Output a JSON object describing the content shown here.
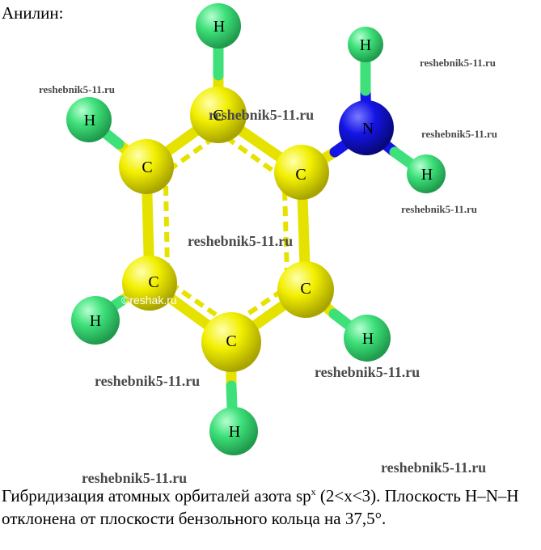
{
  "title": "Анилин:",
  "atoms": {
    "carbon_label": "C",
    "hydrogen_label": "H",
    "nitrogen_label": "N"
  },
  "colors": {
    "carbon": "#f2ef00",
    "hydrogen": "#3ee07a",
    "nitrogen": "#1414e6"
  },
  "watermarks": {
    "site": "reshebnik5-11.ru",
    "copyright": "©reshak.ru"
  },
  "caption": {
    "before_sup": "Гибридизация атомных орбиталей азота sp",
    "sup": "x",
    "after_sup": " (2<x<3). Плоскость H–N–H отклонена от плоскости бензольного кольца на 37,5°."
  }
}
